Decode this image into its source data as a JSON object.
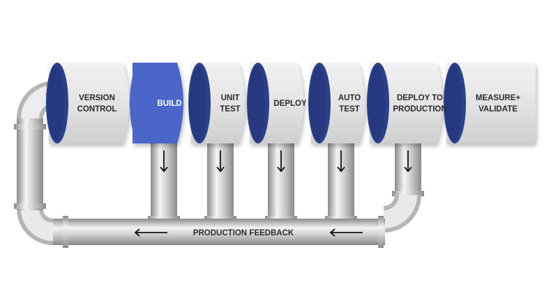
{
  "stages": [
    {
      "line1": "VERSION",
      "line2": "CONTROL"
    },
    {
      "line1": "BUILD",
      "line2": ""
    },
    {
      "line1": "UNIT",
      "line2": "TEST"
    },
    {
      "line1": "DEPLOY",
      "line2": ""
    },
    {
      "line1": "AUTO",
      "line2": "TEST"
    },
    {
      "line1": "DEPLOY TO",
      "line2": "PRODUCTION"
    },
    {
      "line1": "MEASURE+",
      "line2": "VALIDATE"
    }
  ],
  "feedback_label": "PRODUCTION FEEDBACK",
  "colors": {
    "segment": "#e6e6e6",
    "segment_active": "#4a66c8",
    "opening": "#2c3f88",
    "label": "#2b2b2b",
    "label_active": "#ffffff",
    "pipe_light": "#f2f2f2",
    "pipe_mid": "#b9b9b9",
    "pipe_dark": "#8a8a8a"
  }
}
